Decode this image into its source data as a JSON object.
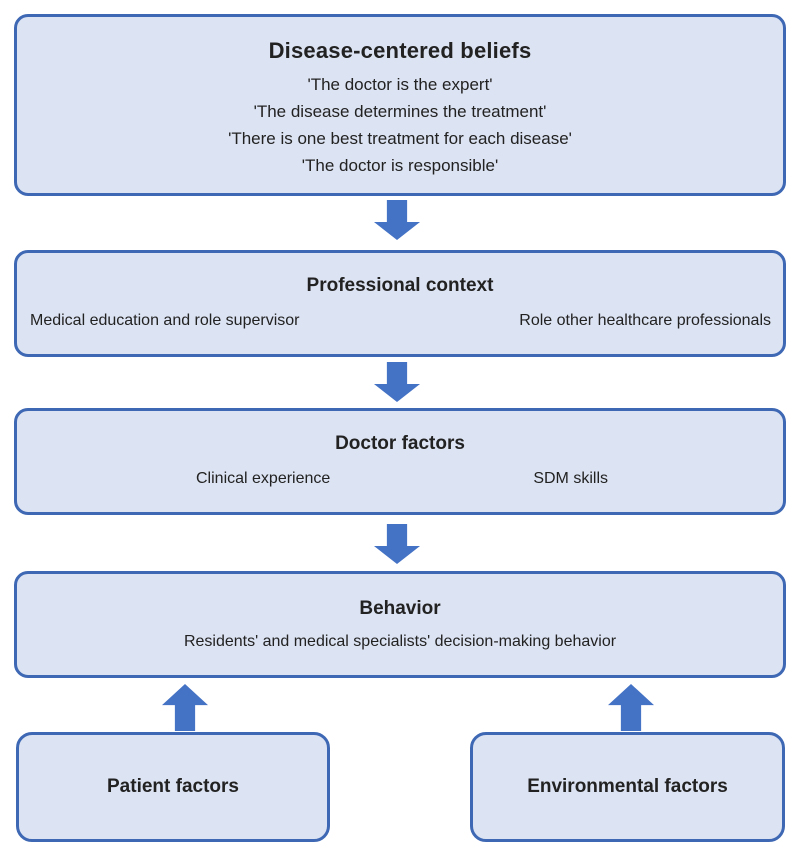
{
  "colors": {
    "accent": "#4472C4",
    "box_fill": "#DCE3F2",
    "box_border": "#3E68B4",
    "text": "#222222"
  },
  "diagram": {
    "beliefs": {
      "title": "Disease-centered beliefs",
      "items": [
        "'The doctor is the expert'",
        "'The disease determines the treatment'",
        "'There is one best treatment for each disease'",
        "'The doctor is responsible'"
      ]
    },
    "professional_context": {
      "title": "Professional context",
      "left": "Medical education and role supervisor",
      "right": "Role other healthcare professionals"
    },
    "doctor_factors": {
      "title": "Doctor factors",
      "left": "Clinical experience",
      "right": "SDM skills"
    },
    "behavior": {
      "title": "Behavior",
      "subtitle": "Residents' and medical specialists' decision-making behavior"
    },
    "patient_factors": {
      "title": "Patient factors"
    },
    "environmental_factors": {
      "title": "Environmental factors"
    }
  }
}
